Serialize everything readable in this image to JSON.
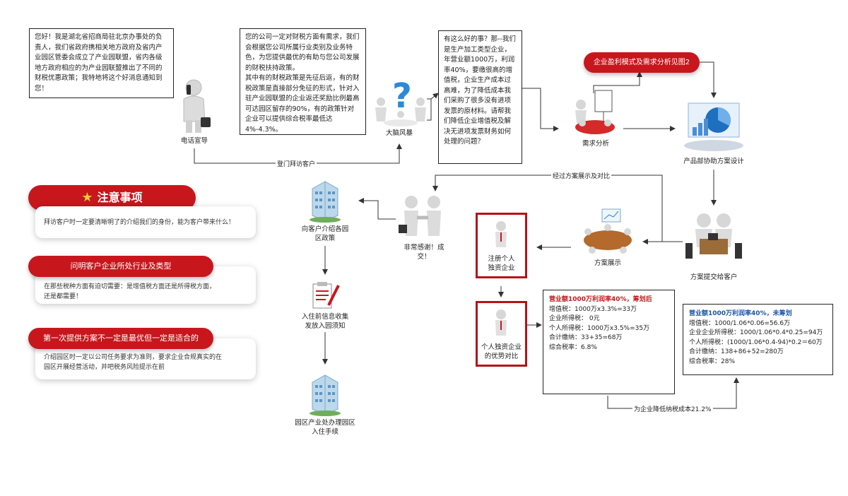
{
  "boxes": {
    "intro": "您好！我是湖北省招商局驻北京办事处的负责人，我们省政府携相关地方政府及省内产业园区管委会成立了产业园联盟，省内各级地方政府相应的为产业园联盟推出了不同的财税优惠政策；我特地将这个好消息通知到您！",
    "policy": "您的公司一定对财税方面有需求，我们会根据您公司所属行业类别及业务特色，为您提供最优的有助与您公司发展的财税扶持政策。\n其中有的财税政策是先征后返，有的财税政策是直接部分免征的形式，针对入驻产业园联盟的企业返还奖励比例最高可达园区留存的90%，有的政策针对企业可以提供综合税率最低达4%-4.3%。",
    "question": "有这么好的事？那--我们是生产加工类型企业，年营业额1000万，利润率40%，要缴很高的增值税，企业生产成本过高难，为了降低成本我们采购了很多没有进项发票的原材料。请帮我们降低企业增值税及解决无进项发票财务如何处理的问题？"
  },
  "labels": {
    "phone": "电话宣导",
    "brainstorm": "大脑风暴",
    "demand": "需求分析",
    "product": "产品部协助方案设计",
    "show": "方案展示",
    "submit": "方案提交给客户",
    "thanks": "非常感谢！成\n交！",
    "intro_policy": "向客户介绍各园\n区政策",
    "notice": "入住前信息收集\n发放入园须知",
    "procedure": "园区产业处办理园区\n入住手续",
    "register": "注册个人\n独资企业",
    "advantage": "个人独资企业\n的优势对比"
  },
  "line_labels": {
    "visit": "登门拜访客户",
    "after_show": "经过方案展示及对比",
    "savings": "为企业降低纳税成本21.2%"
  },
  "pill_top": "企业盈利模式及需求分析见图2",
  "notes": {
    "title": "注意事项",
    "title_icon": "star-icon",
    "items": [
      {
        "header": "",
        "body": "拜访客户时一定要清晰明了的介绍我们的身份，能为客户带来什么！"
      },
      {
        "header": "问明客户企业所处行业及类型",
        "body": "在那些税种方面有迫切需要：是增值税方面还是所得税方面，\n还是都需要！"
      },
      {
        "header": "第一次提供方案不一定是最优但一定是适合的",
        "body": "介绍园区时一定以公司任务要求为准则，要求企业合规真实的在\n园区开展经营活动，并吧税务风险提示在前"
      }
    ]
  },
  "calc_planned": {
    "title": "营业额1000万利润率40%，筹划后",
    "lines": [
      "增值税：1000万x3.3%=33万",
      "企业所得税： 0元",
      "个人所得税：1000万x3.5%=35万",
      "合计缴纳：33+35=68万",
      "综合税率：6.8%"
    ]
  },
  "calc_unplanned": {
    "title": "营业额1000万利润率40%，未筹划",
    "lines": [
      "增值税：1000/1.06*0.06=56.6万",
      "企业企业所得税：1000/1.06*0.4*0.25=94万",
      "个人所得税：(1000/1.06*0.4-94)*0.2＝60万",
      "合计缴纳：138+86+52=280万",
      "综合税率：28%"
    ]
  },
  "colors": {
    "red": "#c8161d",
    "dark_red": "#b51218",
    "blue": "#1a56a8",
    "line": "#333333"
  }
}
